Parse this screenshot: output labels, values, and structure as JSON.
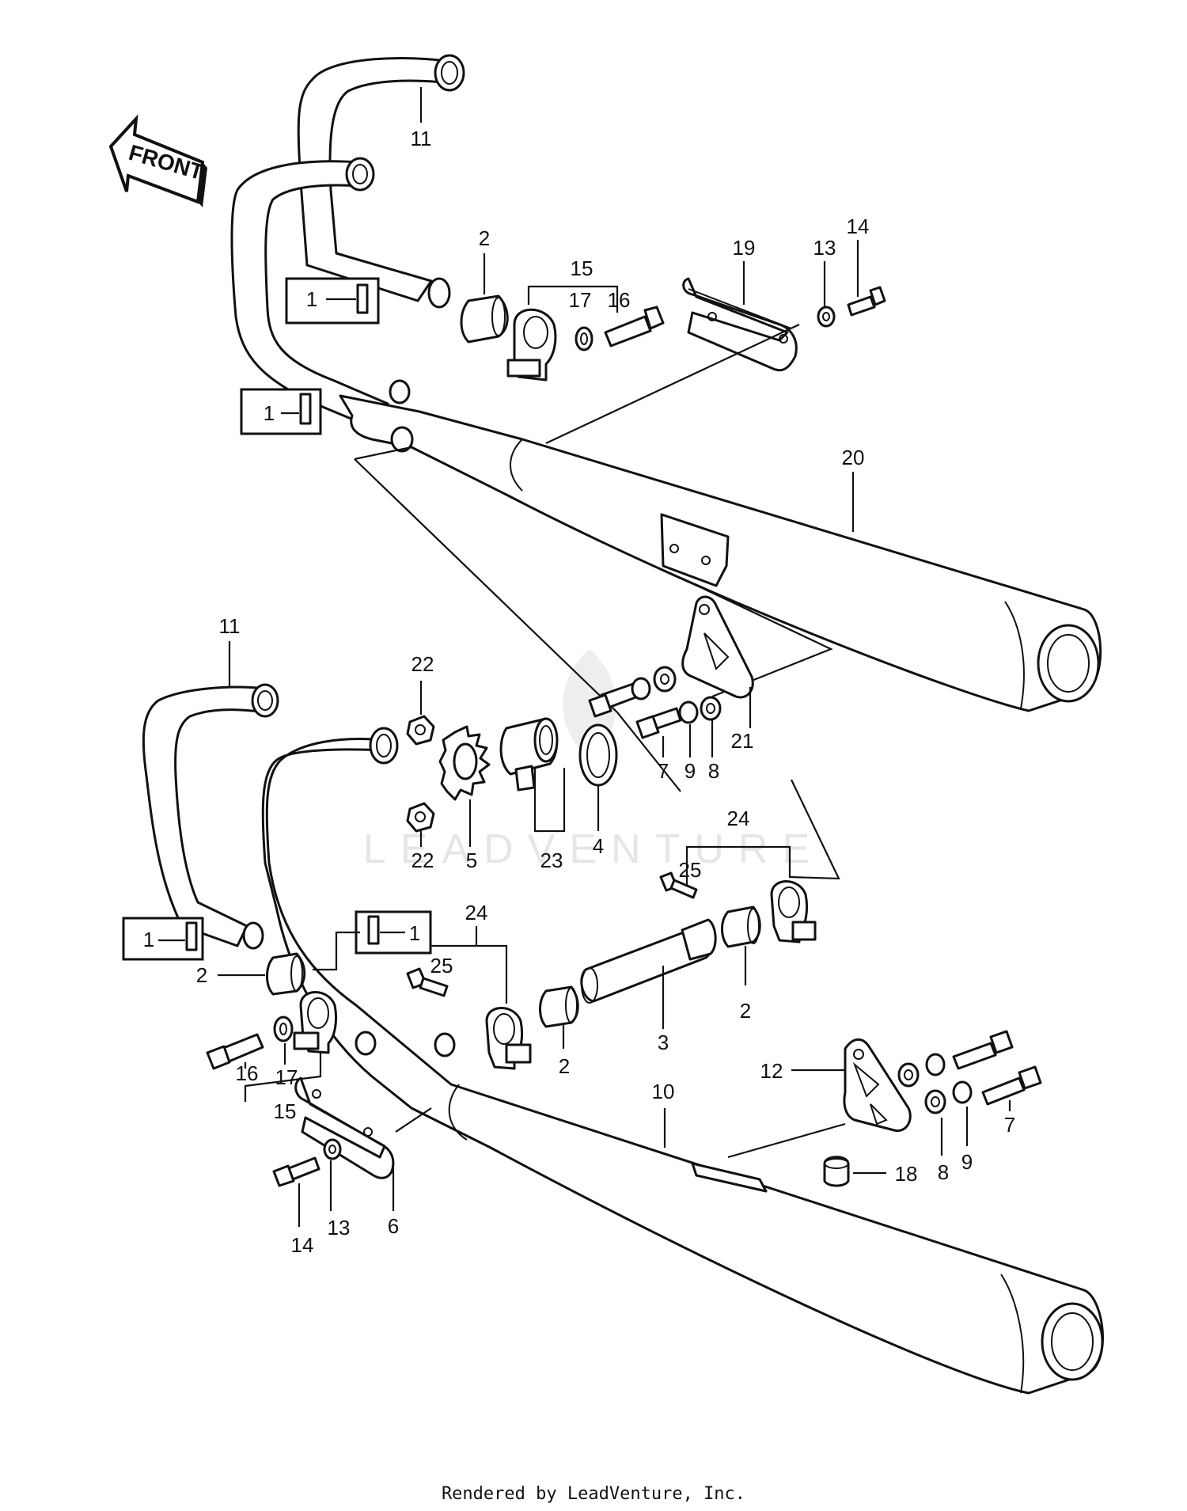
{
  "front_label": "FRONT",
  "watermark": "LEADVENTURE",
  "footer": "Rendered by LeadVenture, Inc.",
  "callouts": {
    "c1a": "1",
    "c1b": "1",
    "c1c": "1",
    "c1d": "1",
    "c2a": "2",
    "c2b": "2",
    "c2c": "2",
    "c2d": "2",
    "c3": "3",
    "c4": "4",
    "c5": "5",
    "c6": "6",
    "c7a": "7",
    "c7b": "7",
    "c8a": "8",
    "c8b": "8",
    "c9a": "9",
    "c9b": "9",
    "c10": "10",
    "c11a": "11",
    "c11b": "11",
    "c12": "12",
    "c13a": "13",
    "c13b": "13",
    "c14a": "14",
    "c14b": "14",
    "c15a": "15",
    "c15b": "15",
    "c16a": "16",
    "c16b": "16",
    "c17a": "17",
    "c17b": "17",
    "c18": "18",
    "c19": "19",
    "c20": "20",
    "c21": "21",
    "c22a": "22",
    "c22b": "22",
    "c23": "23",
    "c24a": "24",
    "c24b": "24",
    "c25a": "25",
    "c25b": "25"
  }
}
